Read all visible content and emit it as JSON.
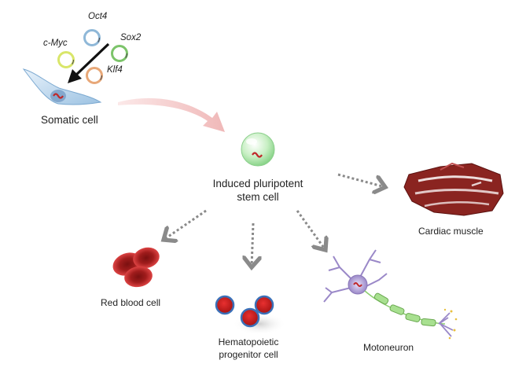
{
  "genes": {
    "oct4": "Oct4",
    "sox2": "Sox2",
    "cmyc": "c-Myc",
    "klf4": "Klf4"
  },
  "labels": {
    "somatic": "Somatic cell",
    "ipsc_line1": "Induced pluripotent",
    "ipsc_line2": "stem cell",
    "cardiac": "Cardiac muscle",
    "rbc": "Red blood cell",
    "hpc_line1": "Hematopoietic",
    "hpc_line2": "progenitor cell",
    "moto": "Motoneuron"
  },
  "colors": {
    "oct4_plasmid": "#8fb8d8",
    "sox2_plasmid": "#7cc46a",
    "cmyc_plasmid": "#d9e66a",
    "klf4_plasmid": "#e8a878",
    "ipsc_cell": "#a8e0a8",
    "nucleus": "#c0282a",
    "arrow_dashed": "#8a8a8a",
    "curve_arrow": "#f2c4c4",
    "muscle": "#8a2420",
    "rbc": "#c03030",
    "hpc_ring": "#3a70b8",
    "axon": "#a8e090",
    "neuron_body": "#b8a8d8"
  }
}
